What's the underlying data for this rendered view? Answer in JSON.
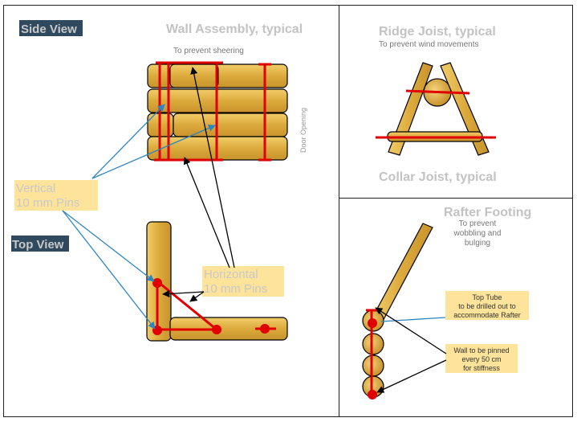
{
  "side_view": {
    "label": "Side View",
    "title": "Wall Assembly, typical",
    "note": "To prevent sheering",
    "door": "Door Opening"
  },
  "top_view": {
    "label": "Top View"
  },
  "callouts": {
    "vertical_line1": "Vertical",
    "vertical_line2": "10 mm Pins",
    "horizontal_line1": "Horizontal",
    "horizontal_line2": "10 mm Pins"
  },
  "ridge": {
    "title": "Ridge Joist, typical",
    "note": "To prevent wind movements",
    "collar": "Collar Joist, typical"
  },
  "rafter": {
    "title": "Rafter Footing",
    "note1": "To prevent",
    "note2": "wobbling and",
    "note3": "bulging",
    "tube1": "Top Tube",
    "tube2": "to be drilled out to",
    "tube3": "accommodate Rafter",
    "wall1": "Wall to be pinned",
    "wall2": "every 50 cm",
    "wall3": "for stiffness"
  },
  "colors": {
    "wood": "#e0b040",
    "pin_red": "#e00000",
    "label_bg_dark": "#2f4a5e",
    "label_bg_yellow": "#fde49a",
    "arrow_blue": "#2e86c1"
  }
}
